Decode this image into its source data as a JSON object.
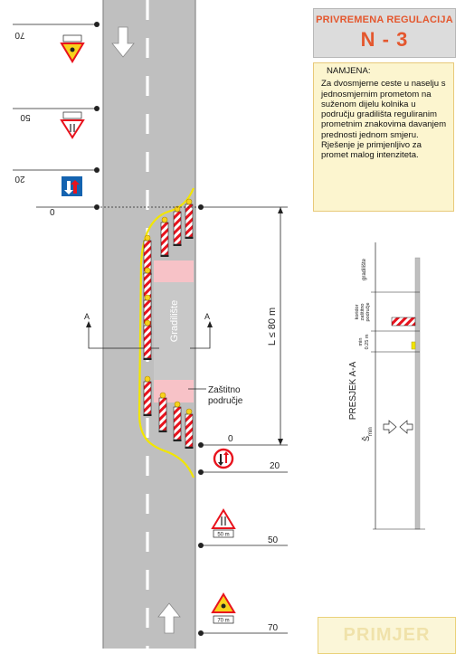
{
  "header": {
    "subtitle": "PRIVREMENA REGULACIJA",
    "code": "N - 3"
  },
  "purpose": {
    "heading": "NAMJENA:",
    "paragraph1": "Za dvosmjerne ceste u naselju s jednosmjernim prometom na suženom dijelu kolnika u području gradilišta reguliranim prometnim znakovima davanjem prednosti jednom smjeru.",
    "paragraph2": "Rješenje je primjenljivo za promet malog intenziteta."
  },
  "example_label": "PRIMJER",
  "plan": {
    "work_zone_label": "Gradilište",
    "protection_label_1": "Zaštitno",
    "protection_label_2": "područje",
    "length_label": "L ≤ 80 m",
    "section_mark_left": "A",
    "section_mark_right": "A",
    "left_dist_70": "70",
    "left_dist_50": "50",
    "left_dist_20": "20",
    "left_dist_0": "0",
    "right_dist_0": "0",
    "right_dist_20": "20",
    "right_dist_50": "50",
    "right_dist_70": "70",
    "plate_70": "70 m",
    "plate_50": "50 m"
  },
  "section": {
    "title": "PRESJEK A-A",
    "label_work": "gradilište",
    "label_zone_1": "koridor",
    "label_zone_2": "zaštitno",
    "label_zone_3": "područje",
    "label_min_1": "min",
    "label_min_2": "0.25 m",
    "label_width": "Š",
    "label_width_sub": "min"
  },
  "colors": {
    "road": "#bfbfbf",
    "edge_line": "#f2e600",
    "accent": "#e4572e",
    "barrier_red": "#e8131d",
    "sign_blue": "#1463b0",
    "work_zone": "#f7c2c7"
  }
}
